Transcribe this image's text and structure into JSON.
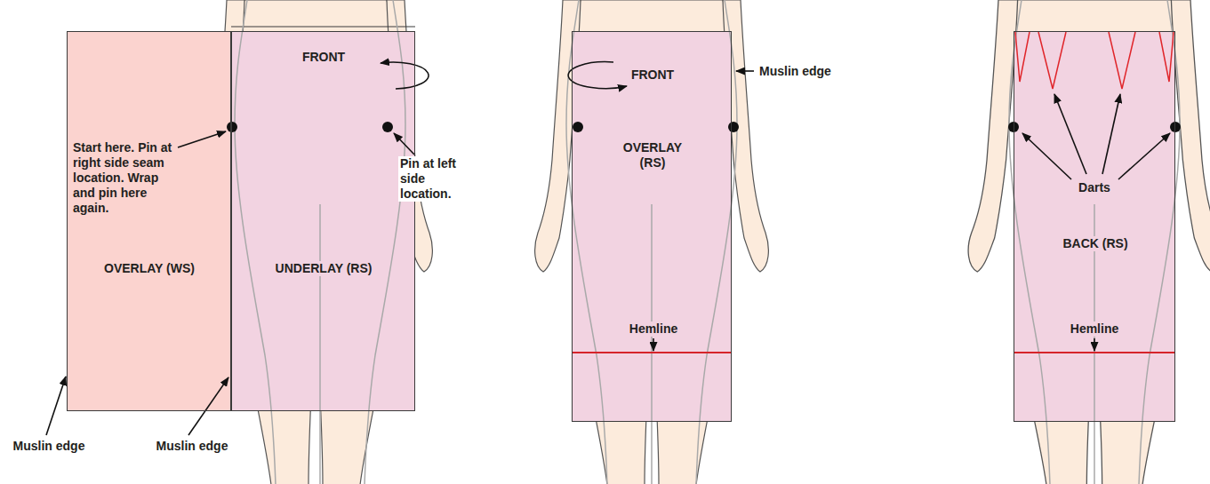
{
  "diagram": {
    "nodes": [
      {
        "text": [
          "OVERLAY (WS)"
        ]
      },
      {
        "text": [
          "FRONT",
          "UNDERLAY (RS)"
        ]
      },
      {
        "text": [
          "FRONT",
          "OVERLAY (RS)"
        ]
      },
      {
        "text": [
          "BACK (RS)"
        ]
      }
    ],
    "labels": [
      "Start here. Pin at right side seam location. Wrap and pin here again.",
      "Pin at left side location.",
      "Muslin edge",
      "Muslin edge",
      "Muslin edge",
      "Hemline",
      "Darts",
      "Hemline"
    ]
  }
}
